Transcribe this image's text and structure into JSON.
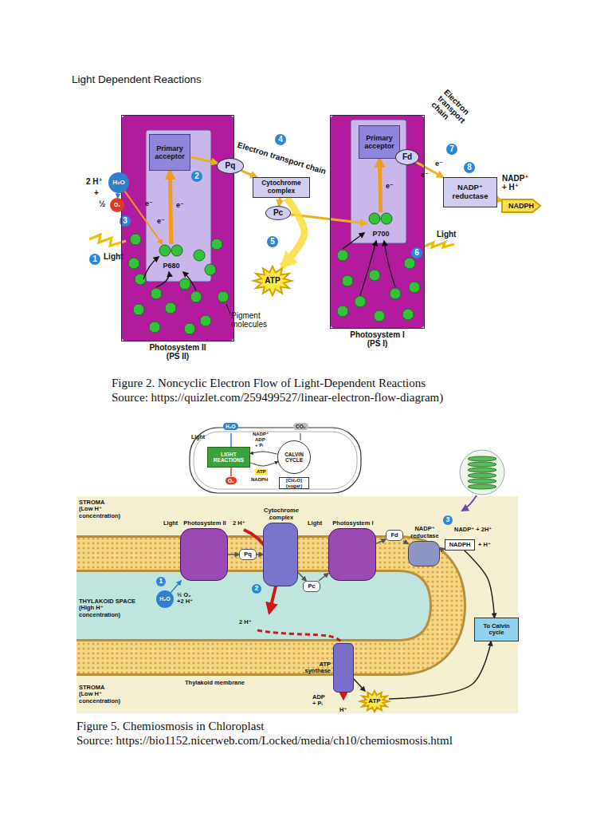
{
  "diagram": {
    "title": "Light Dependent Reactions",
    "nodes": [
      {
        "text": [
          "Photosystem II (PS II)"
        ]
      },
      {
        "text": [
          "Primary acceptor"
        ],
        "in": 0
      },
      {
        "text": [
          "H₂O"
        ],
        "in": 0
      },
      {
        "text": [
          "P680"
        ],
        "in": 0
      },
      {
        "text": [
          "O₂"
        ]
      },
      {
        "text": [
          "Pq"
        ]
      },
      {
        "text": [
          "Cytochrome complex"
        ]
      },
      {
        "text": [
          "Pc"
        ]
      },
      {
        "text": [
          "ATP"
        ]
      },
      {
        "text": [
          "Photosystem I (PS I)"
        ]
      },
      {
        "text": [
          "Primary acceptor"
        ],
        "in": 9
      },
      {
        "text": [
          "P700"
        ],
        "in": 9
      },
      {
        "text": [
          "Fd"
        ]
      },
      {
        "text": [
          "NADP⁺ reductase"
        ]
      },
      {
        "text": [
          "NADPH"
        ]
      },
      {
        "text": [
          "LIGHT REACTIONS"
        ]
      },
      {
        "text": [
          "CALVIN CYCLE"
        ]
      },
      {
        "text": [
          "Photosystem II"
        ]
      },
      {
        "text": [
          "Pq"
        ]
      },
      {
        "text": [
          "Cytochrome complex"
        ]
      },
      {
        "text": [
          "Photosystem I"
        ]
      },
      {
        "text": [
          "Pc"
        ]
      },
      {
        "text": [
          "Fd"
        ]
      },
      {
        "text": [
          "NADP⁺ reductase"
        ]
      },
      {
        "text": [
          "NADPH"
        ]
      },
      {
        "text": [
          "H₂O"
        ]
      },
      {
        "text": [
          "To Calvin cycle"
        ]
      },
      {
        "text": [
          "ATP synthase"
        ]
      },
      {
        "text": [
          "ATP"
        ]
      }
    ],
    "edges": [
      {
        "from": 3,
        "to": 1,
        "arrow": "to"
      },
      {
        "from": 2,
        "to": 3,
        "arrow": "to"
      },
      {
        "from": 2,
        "to": 4,
        "arrow": "to"
      },
      {
        "from": 1,
        "to": 5,
        "arrow": "to"
      },
      {
        "from": 5,
        "to": 6,
        "arrow": "to"
      },
      {
        "from": 6,
        "to": 7,
        "arrow": "to"
      },
      {
        "from": 7,
        "to": 11,
        "arrow": "to"
      },
      {
        "from": 6,
        "to": 8,
        "arrow": "to"
      },
      {
        "from": 11,
        "to": 10,
        "arrow": "to"
      },
      {
        "from": 10,
        "to": 12,
        "arrow": "to"
      },
      {
        "from": 12,
        "to": 13,
        "arrow": "to"
      },
      {
        "from": 13,
        "to": 14,
        "arrow": "to"
      },
      {
        "from": 15,
        "to": 16,
        "arrow": "to"
      },
      {
        "from": 16,
        "to": 15,
        "arrow": "to"
      },
      {
        "from": 25,
        "to": 17,
        "arrow": "to"
      },
      {
        "from": 17,
        "to": 18,
        "arrow": "to"
      },
      {
        "from": 18,
        "to": 19,
        "arrow": "to"
      },
      {
        "from": 19,
        "to": 21,
        "arrow": "to"
      },
      {
        "from": 21,
        "to": 20,
        "arrow": "to"
      },
      {
        "from": 20,
        "to": 22,
        "arrow": "to"
      },
      {
        "from": 22,
        "to": 23,
        "arrow": "to"
      },
      {
        "from": 23,
        "to": 24,
        "arrow": "to"
      },
      {
        "from": 24,
        "to": 26,
        "arrow": "to"
      },
      {
        "from": 27,
        "to": 28,
        "arrow": "to"
      },
      {
        "from": 28,
        "to": 26,
        "arrow": "to"
      }
    ],
    "labels": [
      "1",
      "Light",
      "2",
      "3",
      "2 H⁺",
      "+",
      "½",
      "e⁻",
      "e⁻",
      "e⁻",
      "4",
      "Electron transport chain",
      "5",
      "Pigment molecules",
      "6",
      "Light",
      "e⁻",
      "Electron transport chain",
      "7",
      "e⁻",
      "e⁻",
      "8",
      "NADP⁺ + H⁺",
      "Figure 2. Noncyclic Electron Flow of Light-Dependent Reactions",
      "Source: https://quizlet.com/259499527/linear-electron-flow-diagram)",
      "Light",
      "H₂O",
      "CO₂",
      "NADP⁺",
      "ADP",
      "+ Pᵢ",
      "ATP",
      "NADPH",
      "O₂",
      "[CH₂O] (sugar)",
      "STROMA (Low H⁺ concentration)",
      "Light",
      "2 H⁺",
      "Light",
      "NADP⁺ + 2H⁺",
      "3",
      "+ H⁺",
      "1",
      "½ O₂ +2 H⁺",
      "THYLAKOID SPACE (High H⁺ concentration)",
      "2",
      "2 H⁺",
      "Thylakoid membrane",
      "STROMA (Low H⁺ concentration)",
      "ADP + Pᵢ",
      "H⁺",
      "Figure 5. Chemiosmosis in Chloroplast",
      "Source: https://bio1152.nicerweb.com/Locked/media/ch10/chemiosmosis.html"
    ]
  }
}
